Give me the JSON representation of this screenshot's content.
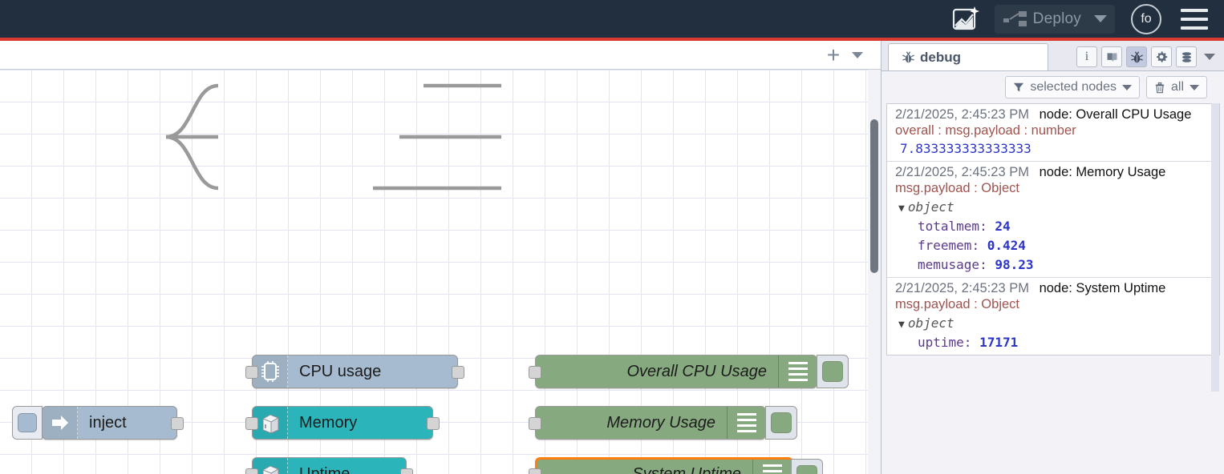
{
  "header": {
    "ai_icon": "ai-flow-icon",
    "deploy_icon": "deploy-icon",
    "deploy_label": "Deploy",
    "deploy_caret": "chevron-down-icon",
    "avatar_label": "fo",
    "menu_icon": "hamburger-menu-icon",
    "accent_bar_color": "#d93a30",
    "background_color": "#212F3E"
  },
  "canvas": {
    "toolbar": {
      "add_tab_label": "+",
      "tabs_menu_icon": "chevron-down-icon"
    },
    "nodes": [
      {
        "id": "inject",
        "label": "inject",
        "type": "inject",
        "icon": "arrow-right-icon",
        "color": "#a6bbcf",
        "selected": false
      },
      {
        "id": "cpu",
        "label": "CPU usage",
        "type": "status",
        "icon": "cpu-chip-icon",
        "color": "#a6bbcf",
        "selected": false
      },
      {
        "id": "memory",
        "label": "Memory",
        "type": "status",
        "icon": "server-icon",
        "color": "#2bb5bb",
        "selected": false
      },
      {
        "id": "uptime",
        "label": "Uptime",
        "type": "status",
        "icon": "server-icon",
        "color": "#2bb5bb",
        "selected": false
      },
      {
        "id": "dbg-cpu",
        "label": "Overall CPU Usage",
        "type": "debug",
        "icon": "debug-lines-icon",
        "color": "#87a980",
        "selected": false
      },
      {
        "id": "dbg-mem",
        "label": "Memory Usage",
        "type": "debug",
        "icon": "debug-lines-icon",
        "color": "#87a980",
        "selected": false
      },
      {
        "id": "dbg-upt",
        "label": "System Uptime",
        "type": "debug",
        "icon": "debug-lines-icon",
        "color": "#87a980",
        "selected": true
      }
    ],
    "selection_color": "#ff7f0e"
  },
  "sidebar": {
    "tab": {
      "label": "debug",
      "icon": "bug-icon"
    },
    "tool_icons": [
      {
        "name": "info-icon",
        "glyph": "i",
        "active": false
      },
      {
        "name": "book-icon",
        "glyph": "book",
        "active": false
      },
      {
        "name": "bug-icon",
        "glyph": "bug",
        "active": true
      },
      {
        "name": "gear-icon",
        "glyph": "gear",
        "active": false
      },
      {
        "name": "database-icon",
        "glyph": "database",
        "active": false
      }
    ],
    "tools_caret": "chevron-down-icon",
    "filters": [
      {
        "name": "filter-nodes",
        "icon": "funnel-icon",
        "label": "selected nodes"
      },
      {
        "name": "clear-messages",
        "icon": "trash-icon",
        "label": "all"
      }
    ],
    "messages": [
      {
        "timestamp": "2/21/2025, 2:45:23 PM",
        "node": "node: Overall CPU Usage",
        "topic": "overall : msg.payload : number",
        "kind": "value",
        "value": "7.833333333333333"
      },
      {
        "timestamp": "2/21/2025, 2:45:23 PM",
        "node": "node: Memory Usage",
        "topic": "msg.payload : Object",
        "kind": "object",
        "object_label": "object",
        "props": [
          {
            "key": "totalmem",
            "value": "24"
          },
          {
            "key": "freemem",
            "value": "0.424"
          },
          {
            "key": "memusage",
            "value": "98.23"
          }
        ]
      },
      {
        "timestamp": "2/21/2025, 2:45:23 PM",
        "node": "node: System Uptime",
        "topic": "msg.payload : Object",
        "kind": "object",
        "object_label": "object",
        "props": [
          {
            "key": "uptime",
            "value": "17171"
          }
        ]
      }
    ]
  }
}
